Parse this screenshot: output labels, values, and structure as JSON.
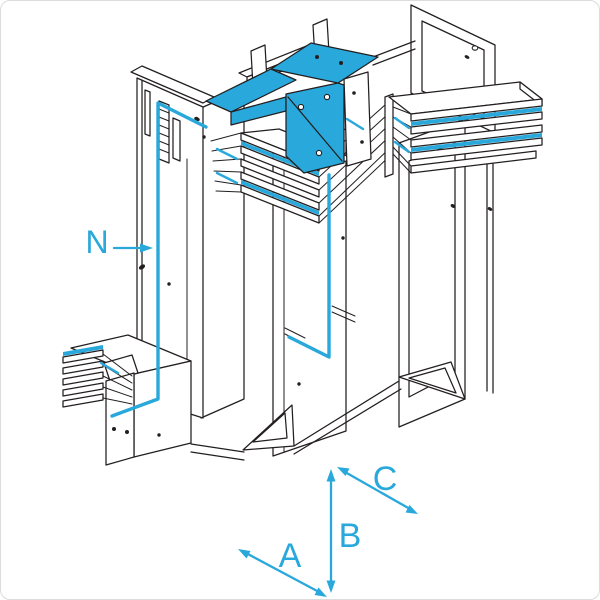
{
  "page": {
    "background_color": "#ffffff",
    "border_color": "#dcdcdc"
  },
  "drawing": {
    "name": "busbar-trunking-unit-isometric",
    "description": "Isometric line drawing of a busbar trunking change-of-direction unit with stacked conductor plates, support frames, a blue elbow cover block and the neutral conductor path highlighted in blue",
    "line_color": "#231f20",
    "highlight_color": "#29a8dc",
    "fill_color": "#ffffff",
    "labels": {
      "neutral": "N",
      "dim_a": "A",
      "dim_b": "B",
      "dim_c": "C"
    }
  }
}
